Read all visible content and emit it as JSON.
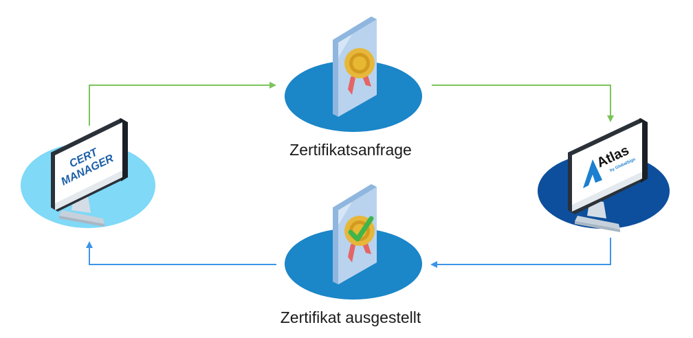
{
  "nodes": {
    "cert_manager": {
      "screen_line1": "CERT",
      "screen_line2": "MANAGER"
    },
    "atlas": {
      "logo_text": "Atlas",
      "logo_sub": "by GlobalSign"
    }
  },
  "steps": {
    "request_label": "Zertifikatsanfrage",
    "issued_label": "Zertifikat ausgestellt"
  },
  "icons": {
    "request_document": "certificate-seal-icon",
    "issued_document": "certificate-checkmark-icon"
  },
  "colors": {
    "request_arrow": "#7cc45a",
    "issued_arrow": "#3d95e8",
    "disc_light": "#7fd9f7",
    "disc_mid": "#1b86c8",
    "disc_dark": "#0d4f9c",
    "seal_gold": "#e6b73a",
    "check_green": "#3fb54a"
  }
}
